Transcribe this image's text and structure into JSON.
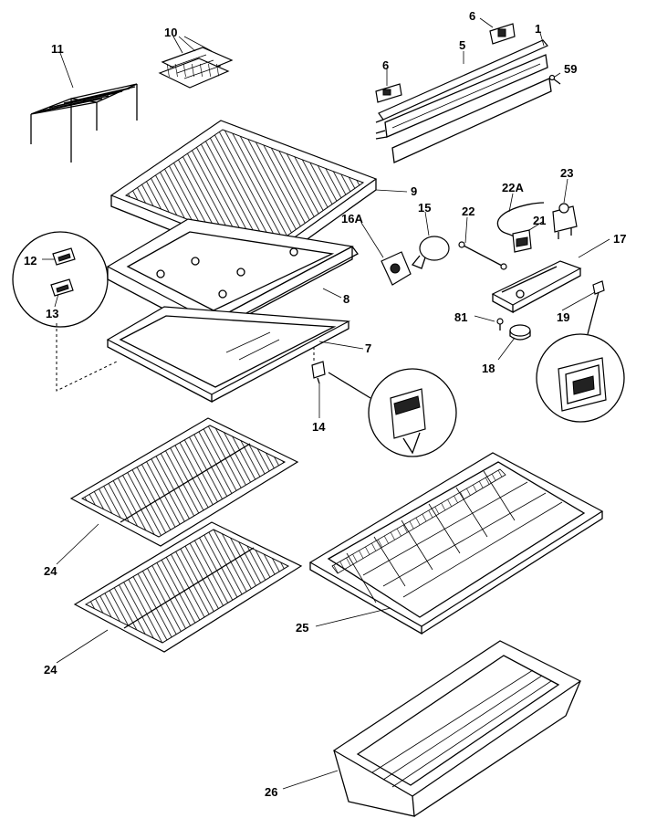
{
  "callouts": {
    "c1": "1",
    "c5": "5",
    "c6a": "6",
    "c6b": "6",
    "c59": "59",
    "c10": "10",
    "c11": "11",
    "c9": "9",
    "c8": "8",
    "c7": "7",
    "c12": "12",
    "c13": "13",
    "c14": "14",
    "c15": "15",
    "c16A": "16A",
    "c17": "17",
    "c18": "18",
    "c19": "19",
    "c21": "21",
    "c22": "22",
    "c22A": "22A",
    "c23": "23",
    "c24a": "24",
    "c24b": "24",
    "c25": "25",
    "c26": "26",
    "c81": "81"
  }
}
